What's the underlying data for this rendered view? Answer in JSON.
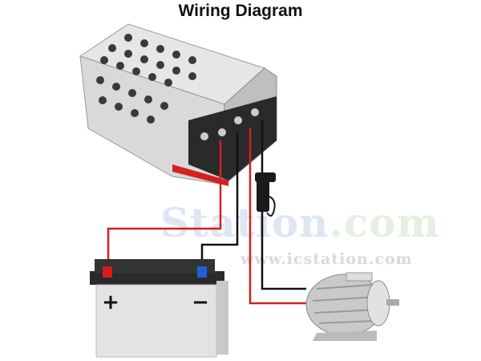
{
  "title": "Wiring Diagram",
  "watermark": {
    "brand": "Station",
    "brand_suffix": ".com",
    "url": "www.icstation.com"
  },
  "battery": {
    "positive_sign": "+",
    "negative_sign": "−"
  },
  "colors": {
    "positive_wire": "#d42020",
    "negative_wire": "#111111",
    "positive_terminal": "#d41c1c",
    "negative_terminal": "#1d5fd6"
  }
}
